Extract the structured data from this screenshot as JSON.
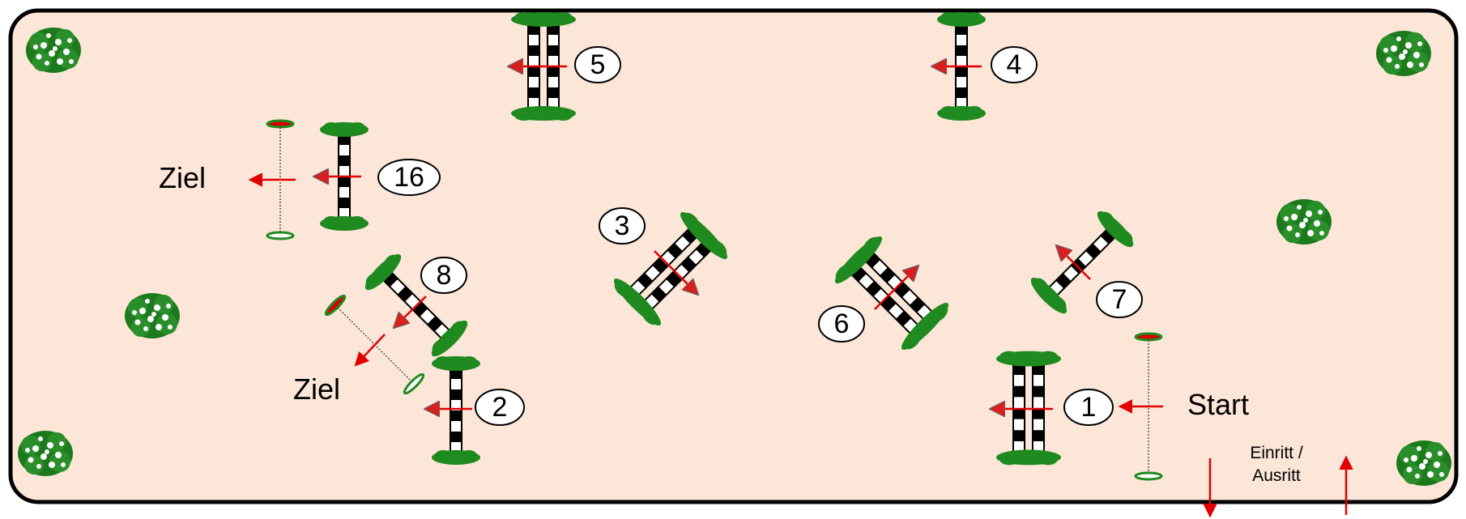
{
  "course": {
    "obstacles": [
      {
        "number": "1",
        "kind": "oxer"
      },
      {
        "number": "2",
        "kind": "vertical"
      },
      {
        "number": "3",
        "kind": "oxer"
      },
      {
        "number": "4",
        "kind": "vertical"
      },
      {
        "number": "5",
        "kind": "oxer"
      },
      {
        "number": "6",
        "kind": "oxer"
      },
      {
        "number": "7",
        "kind": "vertical"
      },
      {
        "number": "8",
        "kind": "vertical"
      },
      {
        "number": "16",
        "kind": "vertical"
      }
    ],
    "labels": {
      "start": "Start",
      "finish_top": "Ziel",
      "finish_bottom": "Ziel",
      "entry_line1": "Einritt /",
      "entry_line2": "Ausritt"
    }
  },
  "colors": {
    "arena_fill": "#fbe6d8",
    "border": "#000000",
    "bush": "#1e7a1e",
    "arrow": "#e00000",
    "pole_dark": "#000000",
    "pole_light": "#ffffff"
  }
}
